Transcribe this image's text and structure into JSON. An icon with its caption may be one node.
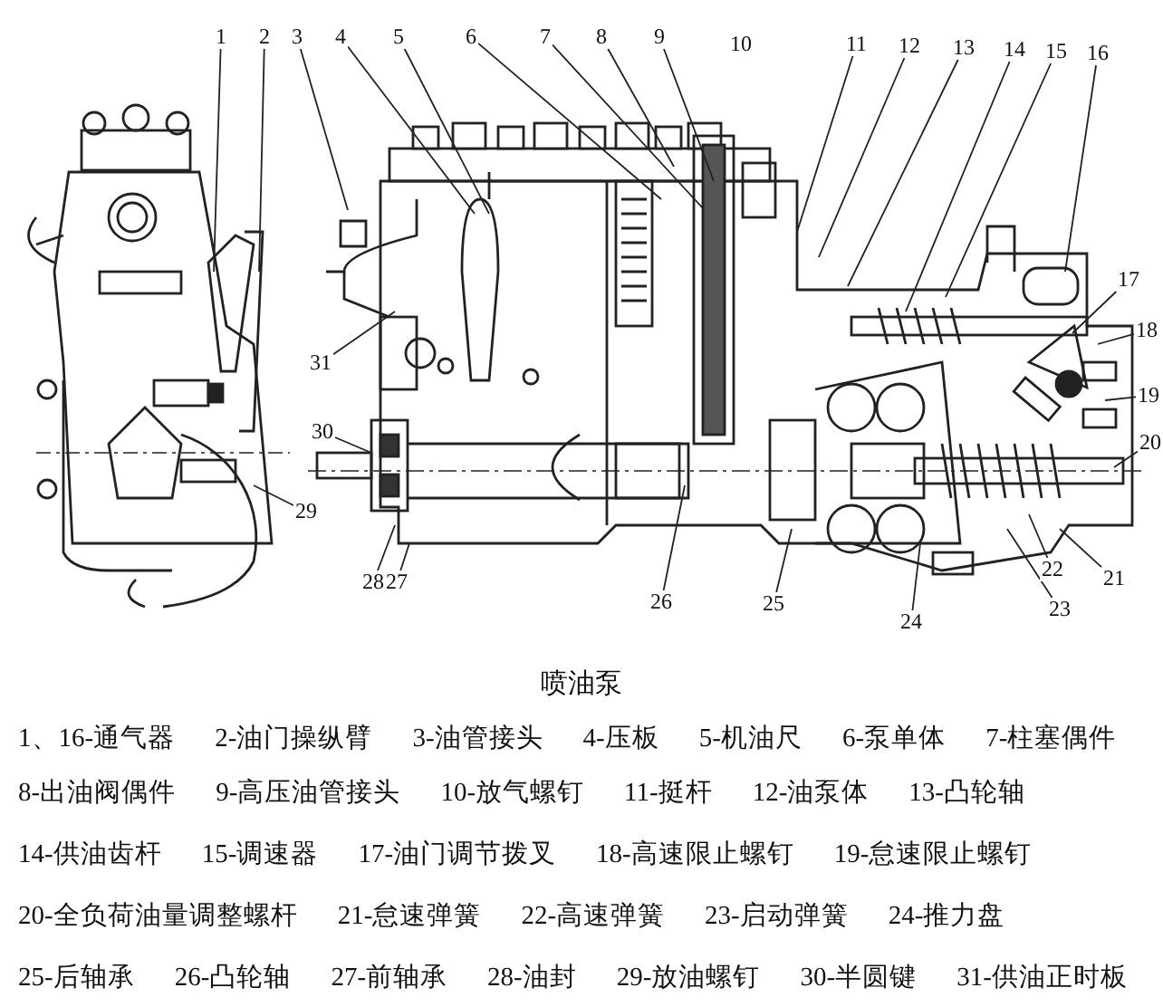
{
  "diagram": {
    "caption": "喷油泵",
    "nodes": [
      {
        "text": [
          "1"
        ]
      },
      {
        "text": [
          "2"
        ]
      },
      {
        "text": [
          "3"
        ]
      },
      {
        "text": [
          "4"
        ]
      },
      {
        "text": [
          "5"
        ]
      },
      {
        "text": [
          "6"
        ]
      },
      {
        "text": [
          "7"
        ]
      },
      {
        "text": [
          "8"
        ]
      },
      {
        "text": [
          "9"
        ]
      },
      {
        "text": [
          "10"
        ]
      },
      {
        "text": [
          "11"
        ]
      },
      {
        "text": [
          "12"
        ]
      },
      {
        "text": [
          "13"
        ]
      },
      {
        "text": [
          "14"
        ]
      },
      {
        "text": [
          "15"
        ]
      },
      {
        "text": [
          "16"
        ]
      },
      {
        "text": [
          "17"
        ]
      },
      {
        "text": [
          "18"
        ]
      },
      {
        "text": [
          "19"
        ]
      },
      {
        "text": [
          "20"
        ]
      },
      {
        "text": [
          "21"
        ]
      },
      {
        "text": [
          "22"
        ]
      },
      {
        "text": [
          "23"
        ]
      },
      {
        "text": [
          "24"
        ]
      },
      {
        "text": [
          "25"
        ]
      },
      {
        "text": [
          "26"
        ]
      },
      {
        "text": [
          "27"
        ]
      },
      {
        "text": [
          "28"
        ]
      },
      {
        "text": [
          "29"
        ]
      },
      {
        "text": [
          "30"
        ]
      },
      {
        "text": [
          "31"
        ]
      }
    ],
    "edges": [
      {
        "from": 0,
        "to": null,
        "arrow": "none"
      },
      {
        "from": 1,
        "to": null,
        "arrow": "none"
      },
      {
        "from": 2,
        "to": null,
        "arrow": "none"
      },
      {
        "from": 3,
        "to": null,
        "arrow": "none"
      },
      {
        "from": 4,
        "to": null,
        "arrow": "none"
      },
      {
        "from": 5,
        "to": null,
        "arrow": "none"
      },
      {
        "from": 6,
        "to": null,
        "arrow": "none"
      },
      {
        "from": 7,
        "to": null,
        "arrow": "none"
      },
      {
        "from": 8,
        "to": null,
        "arrow": "none"
      },
      {
        "from": 10,
        "to": null,
        "arrow": "none"
      },
      {
        "from": 11,
        "to": null,
        "arrow": "none"
      },
      {
        "from": 12,
        "to": null,
        "arrow": "none"
      },
      {
        "from": 13,
        "to": null,
        "arrow": "none"
      },
      {
        "from": 14,
        "to": null,
        "arrow": "none"
      },
      {
        "from": 15,
        "to": null,
        "arrow": "none"
      },
      {
        "from": 16,
        "to": null,
        "arrow": "none"
      },
      {
        "from": 17,
        "to": null,
        "arrow": "none"
      },
      {
        "from": 18,
        "to": null,
        "arrow": "none"
      },
      {
        "from": 19,
        "to": null,
        "arrow": "none"
      },
      {
        "from": 20,
        "to": null,
        "arrow": "none"
      },
      {
        "from": 21,
        "to": null,
        "arrow": "none"
      },
      {
        "from": 22,
        "to": null,
        "arrow": "none"
      },
      {
        "from": 23,
        "to": null,
        "arrow": "none"
      },
      {
        "from": 24,
        "to": null,
        "arrow": "none"
      },
      {
        "from": 25,
        "to": null,
        "arrow": "none"
      },
      {
        "from": 26,
        "to": null,
        "arrow": "none"
      },
      {
        "from": 27,
        "to": null,
        "arrow": "none"
      },
      {
        "from": 28,
        "to": null,
        "arrow": "none"
      },
      {
        "from": 29,
        "to": null,
        "arrow": "none"
      },
      {
        "from": 30,
        "to": null,
        "arrow": "none"
      }
    ],
    "labels": [
      "1、16-通气器",
      "2-油门操纵臂",
      "3-油管接头",
      "4-压板",
      "5-机油尺",
      "6-泵单体",
      "7-柱塞偶件",
      "8-出油阀偶件",
      "9-高压油管接头",
      "10-放气螺钉",
      "11-挺杆",
      "12-油泵体",
      "13-凸轮轴",
      "14-供油齿杆",
      "15-调速器",
      "17-油门调节拨叉",
      "18-高速限止螺钉",
      "19-怠速限止螺钉",
      "20-全负荷油量调整螺杆",
      "21-怠速弹簧",
      "22-高速弹簧",
      "23-启动弹簧",
      "24-推力盘",
      "25-后轴承",
      "26-凸轮轴",
      "27-前轴承",
      "28-油封",
      "29-放油螺钉",
      "30-半圆键",
      "31-供油正时板"
    ]
  }
}
